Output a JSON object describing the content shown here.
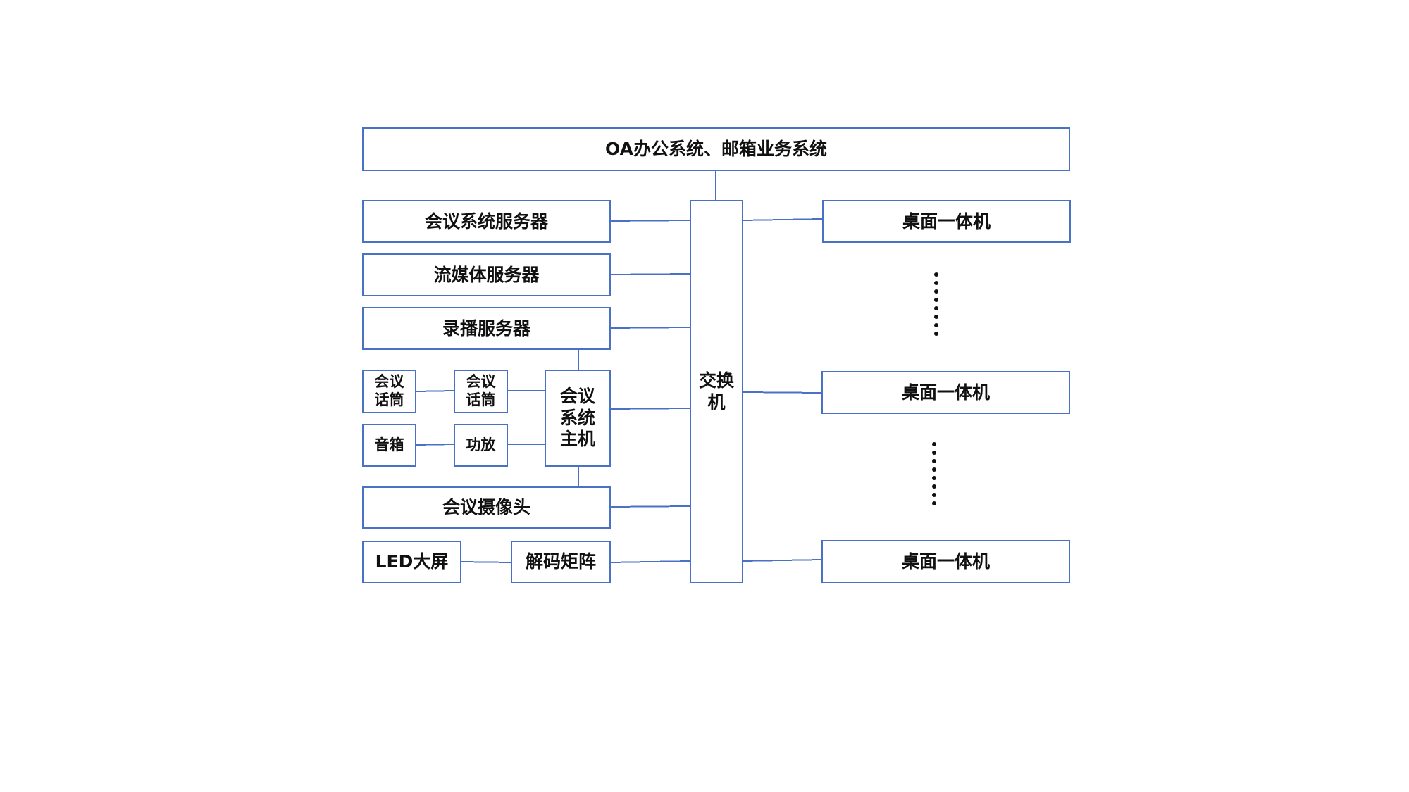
{
  "colors": {
    "border": "#4A72C4",
    "text": "#111111",
    "background": "#ffffff"
  },
  "diagram": {
    "top_system": "OA办公系统、邮箱业务系统",
    "switch": "交换机",
    "servers": {
      "meeting_server": "会议系统服务器",
      "streaming_server": "流媒体服务器",
      "recording_server": "录播服务器"
    },
    "meeting_equipment": {
      "microphone_left": [
        "会议",
        "话筒"
      ],
      "microphone_right": [
        "会议",
        "话筒"
      ],
      "speaker": "音箱",
      "amplifier": "功放",
      "host": [
        "会议",
        "系统",
        "主机"
      ],
      "camera": "会议摄像头"
    },
    "display": {
      "led_screen": "LED大屏",
      "decoder_matrix": "解码矩阵"
    },
    "desktops": [
      "桌面一体机",
      "桌面一体机",
      "桌面一体机"
    ]
  }
}
